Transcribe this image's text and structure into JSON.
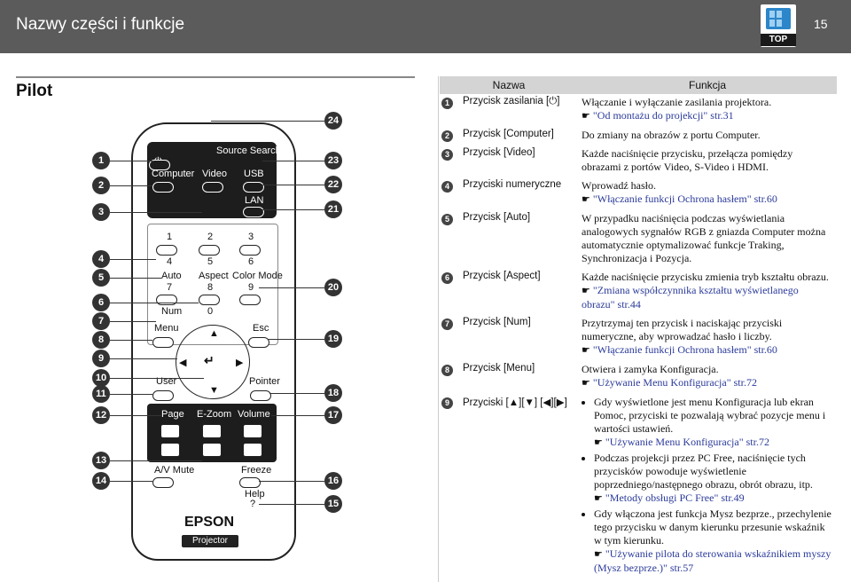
{
  "header": {
    "title": "Nazwy części i funkcje",
    "page_number": "15",
    "top_button_label": "TOP"
  },
  "section": {
    "title": "Pilot"
  },
  "remote": {
    "labels": {
      "power": "⏻",
      "computer": "Computer",
      "video": "Video",
      "usb": "USB",
      "source_search": "Source Search",
      "lan": "LAN",
      "n1": "1",
      "n2": "2",
      "n3": "3",
      "n4": "4",
      "n5": "5",
      "n6": "6",
      "auto": "Auto",
      "aspect": "Aspect",
      "color_mode": "Color Mode",
      "n7": "7",
      "n8": "8",
      "n9": "9",
      "num": "Num",
      "n0": "0",
      "menu": "Menu",
      "esc": "Esc",
      "user": "User",
      "pointer": "Pointer",
      "page": "Page",
      "ezoom": "E-Zoom",
      "volume": "Volume",
      "av_mute": "A/V Mute",
      "freeze": "Freeze",
      "help": "Help",
      "help_q": "?",
      "brand": "EPSON",
      "product": "Projector"
    },
    "callouts_left": [
      "1",
      "2",
      "3",
      "4",
      "5",
      "6",
      "7",
      "8",
      "9",
      "10",
      "11",
      "12",
      "13",
      "14"
    ],
    "callouts_right": [
      "24",
      "23",
      "22",
      "21",
      "20",
      "19",
      "18",
      "17",
      "16",
      "15"
    ]
  },
  "table": {
    "col_name": "Nazwa",
    "col_func": "Funkcja",
    "rows": [
      {
        "num": "1",
        "name": "Przycisk zasilania [⏻]",
        "func": [
          "Włączanie i wyłączanie zasilania projektora."
        ],
        "ref": "\"Od montażu do projekcji\" str.31"
      },
      {
        "num": "2",
        "name": "Przycisk [Computer]",
        "func": [
          "Do zmiany na obrazów z portu Computer."
        ],
        "ref": ""
      },
      {
        "num": "3",
        "name": "Przycisk [Video]",
        "func": [
          "Każde naciśnięcie przycisku, przełącza pomiędzy obrazami z portów Video, S-Video i HDMI."
        ],
        "ref": ""
      },
      {
        "num": "4",
        "name": "Przyciski numeryczne",
        "func": [
          "Wprowadź hasło."
        ],
        "ref": "\"Włączanie funkcji Ochrona hasłem\" str.60"
      },
      {
        "num": "5",
        "name": "Przycisk [Auto]",
        "func": [
          "W przypadku naciśnięcia podczas wyświetlania analogowych sygnałów RGB z gniazda Computer można automatycznie optymalizować funkcje Traking, Synchronizacja i Pozycja."
        ],
        "ref": ""
      },
      {
        "num": "6",
        "name": "Przycisk [Aspect]",
        "func": [
          "Każde naciśnięcie przycisku zmienia tryb kształtu obrazu."
        ],
        "ref": "\"Zmiana współczynnika kształtu wyświetlanego obrazu\" str.44"
      },
      {
        "num": "7",
        "name": "Przycisk [Num]",
        "func": [
          "Przytrzymaj ten przycisk i naciskając przyciski numeryczne, aby wprowadzać hasło i liczby."
        ],
        "ref": "\"Włączanie funkcji Ochrona hasłem\" str.60"
      },
      {
        "num": "8",
        "name": "Przycisk [Menu]",
        "func": [
          "Otwiera i zamyka Konfiguracja."
        ],
        "ref": "\"Używanie Menu Konfiguracja\" str.72"
      },
      {
        "num": "9",
        "name": "Przyciski [▲][▼] [◀][▶]",
        "bullets": [
          {
            "text": "Gdy wyświetlone jest menu Konfiguracja lub ekran Pomoc, przyciski te pozwalają wybrać pozycje menu i wartości ustawień.",
            "ref": "\"Używanie Menu Konfiguracja\" str.72"
          },
          {
            "text": "Podczas projekcji przez PC Free, naciśnięcie tych przycisków powoduje wyświetlenie poprzedniego/następnego obrazu, obrót obrazu, itp.",
            "ref": "\"Metody obsługi PC Free\" str.49"
          },
          {
            "text": "Gdy włączona jest funkcja Mysz bezprze., przechylenie tego przycisku w danym kierunku przesunie wskaźnik w tym kierunku.",
            "ref": "\"Używanie pilota do sterowania wskaźnikiem myszy (Mysz bezprze.)\" str.57"
          }
        ]
      }
    ]
  }
}
